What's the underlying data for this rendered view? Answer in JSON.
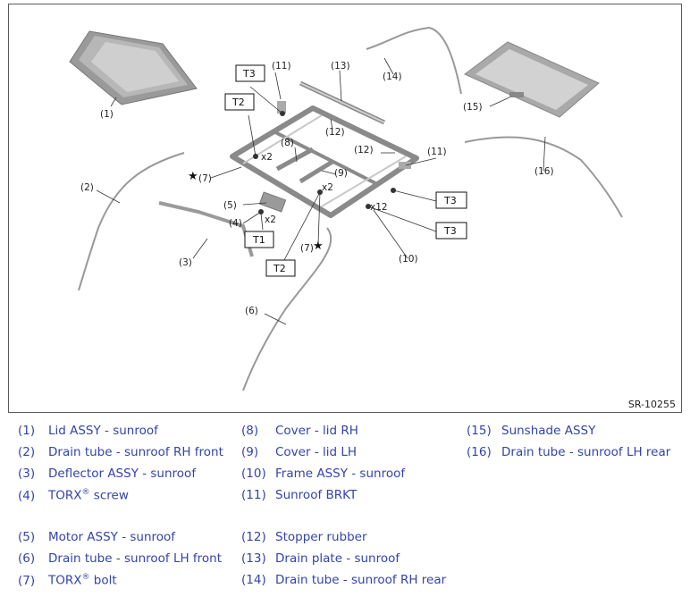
{
  "figure": {
    "id": "SR-10255",
    "callouts": {
      "c1": "(1)",
      "c2": "(2)",
      "c3": "(3)",
      "c4": "(4)",
      "c5": "(5)",
      "c6": "(6)",
      "c7a": "(7)",
      "c7b": "(7)",
      "c8": "(8)",
      "c9": "(9)",
      "c10": "(10)",
      "c11a": "(11)",
      "c11b": "(11)",
      "c12a": "(12)",
      "c12b": "(12)",
      "c13": "(13)",
      "c14": "(14)",
      "c15": "(15)",
      "c16": "(16)"
    },
    "torque_boxes": {
      "t3a": "T3",
      "t2a": "T2",
      "t1": "T1",
      "t2b": "T2",
      "t3b": "T3",
      "t3c": "T3"
    },
    "quantities": {
      "q1": "x2",
      "q2": "x2",
      "q3": "x2",
      "q4": "x12"
    },
    "star": "★"
  },
  "legend": [
    {
      "num": "(1)",
      "text": "Lid ASSY - sunroof"
    },
    {
      "num": "(2)",
      "text": "Drain tube - sunroof RH front"
    },
    {
      "num": "(3)",
      "text": "Deflector ASSY - sunroof"
    },
    {
      "num": "(4)",
      "text": "TORX",
      "sup": "®",
      "suffix": " screw"
    },
    {
      "num": "(5)",
      "text": "Motor ASSY - sunroof"
    },
    {
      "num": "(6)",
      "text": "Drain tube - sunroof LH front"
    },
    {
      "num": "(7)",
      "text": "TORX",
      "sup": "®",
      "suffix": " bolt"
    },
    {
      "num": "(8)",
      "text": "Cover - lid RH"
    },
    {
      "num": "(9)",
      "text": "Cover - lid LH"
    },
    {
      "num": "(10)",
      "text": "Frame ASSY - sunroof"
    },
    {
      "num": "(11)",
      "text": "Sunroof BRKT"
    },
    {
      "num": "(12)",
      "text": "Stopper rubber"
    },
    {
      "num": "(13)",
      "text": "Drain plate - sunroof"
    },
    {
      "num": "(14)",
      "text": "Drain tube - sunroof RH rear"
    },
    {
      "num": "(15)",
      "text": "Sunshade ASSY"
    },
    {
      "num": "(16)",
      "text": "Drain tube - sunroof LH rear"
    }
  ]
}
